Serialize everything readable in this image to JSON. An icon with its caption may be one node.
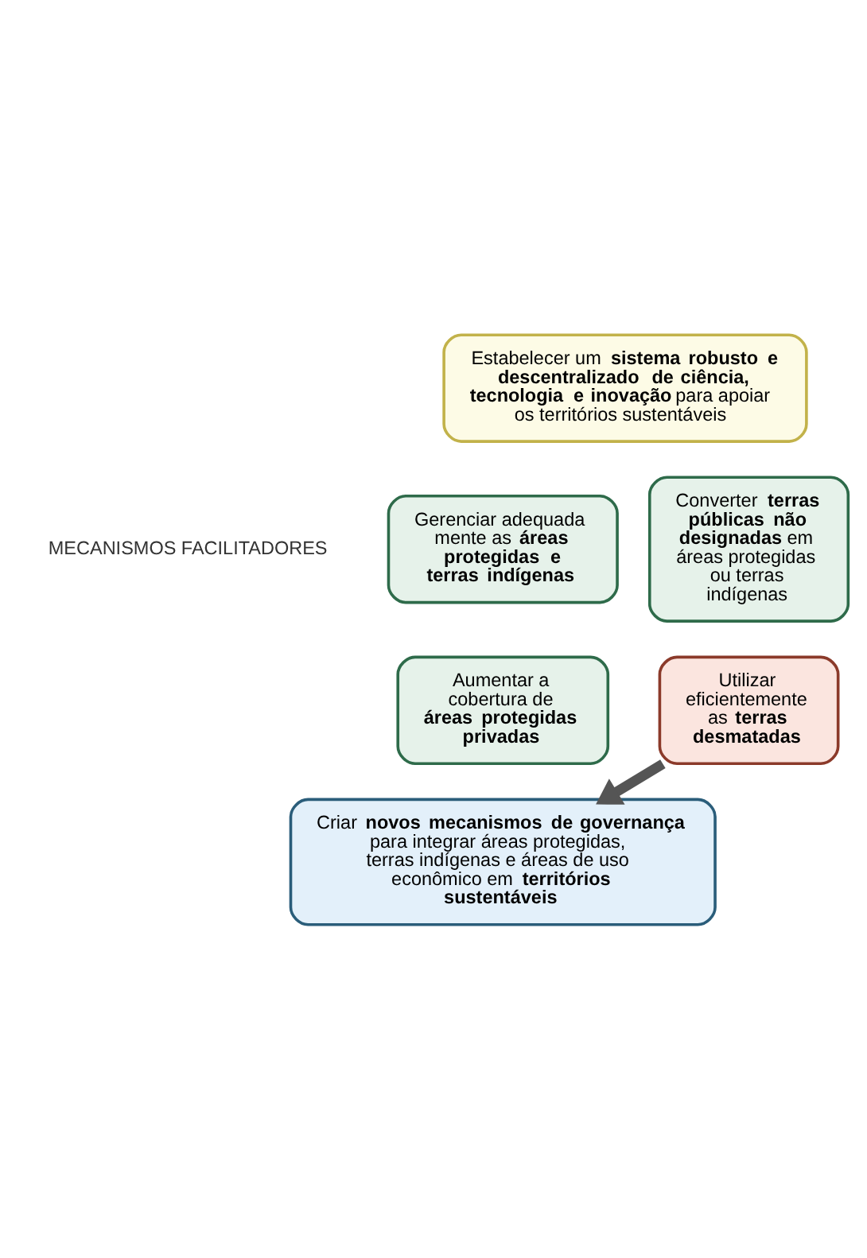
{
  "diagram": {
    "nodes": [
      {
        "text": [
          "Estabelecer um **sistema robusto e descentralizado de ciência, tecnologia e inovação** para apoiar os territórios sustentáveis"
        ]
      },
      {
        "text": [
          "Gerenciar adequada mente as **áreas protegidas e terras indígenas**"
        ]
      },
      {
        "text": [
          "Converter **terras públicas não designadas** em áreas protegidas ou terras indígenas"
        ]
      },
      {
        "text": [
          "Aumentar a cobertura de **áreas protegidas privadas**"
        ]
      },
      {
        "text": [
          "Utilizar eficientemente as **terras desmatadas**"
        ]
      },
      {
        "text": [
          "Criar **novos mecanismos de governança** para integrar áreas protegidas, terras indígenas e áreas de uso econômico em **territórios sustentáveis**"
        ]
      }
    ],
    "edges": [
      {
        "from": 4,
        "to": 5,
        "arrow": "to"
      }
    ],
    "labels": [
      "MECANISMOS FACILITADORES"
    ]
  }
}
